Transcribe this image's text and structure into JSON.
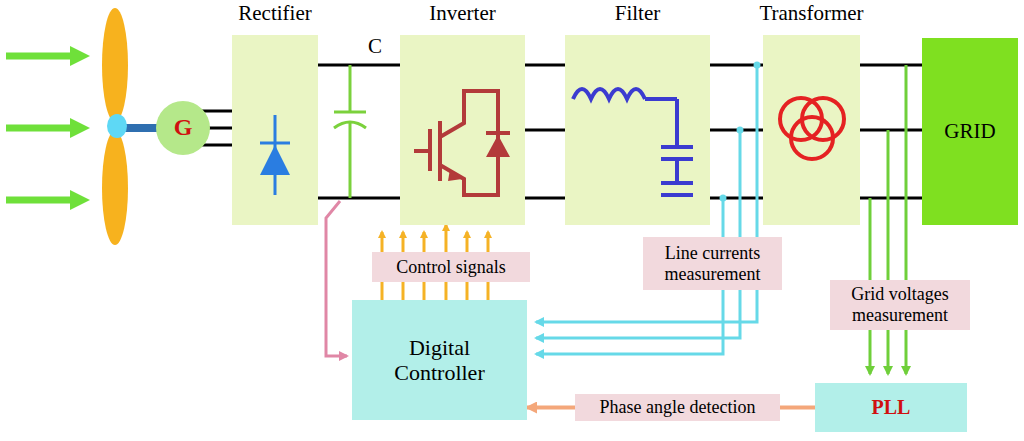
{
  "diagram": {
    "nodes": [
      {
        "text": [
          "G"
        ]
      },
      {
        "text": [
          "Rectifier"
        ]
      },
      {
        "text": [
          "Inverter"
        ]
      },
      {
        "text": [
          "Filter"
        ]
      },
      {
        "text": [
          "Transformer"
        ]
      },
      {
        "text": [
          "GRID"
        ]
      },
      {
        "text": [
          "Control signals"
        ]
      },
      {
        "text": [
          "Line currents measurement"
        ]
      },
      {
        "text": [
          "Grid voltages measurement"
        ]
      },
      {
        "text": [
          "Digital Controller"
        ]
      },
      {
        "text": [
          "Phase angle detection"
        ]
      },
      {
        "text": [
          "PLL"
        ]
      }
    ],
    "edges": [
      {
        "from": 9,
        "to": 2,
        "arrow": "to"
      },
      {
        "from": 11,
        "to": 10,
        "arrow": "none"
      },
      {
        "from": 10,
        "to": 9,
        "arrow": "to"
      }
    ],
    "labels": [
      "C"
    ]
  }
}
